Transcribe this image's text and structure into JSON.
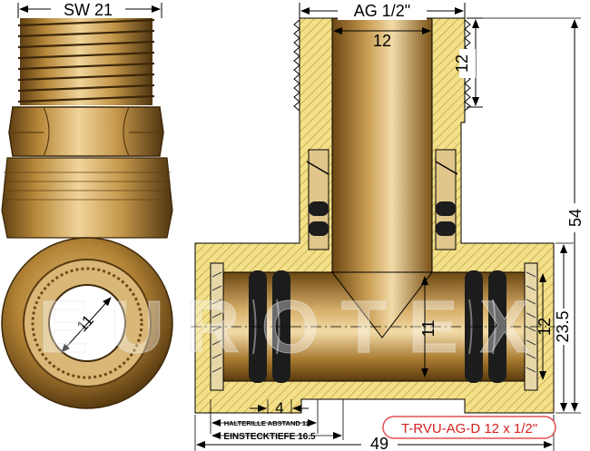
{
  "watermark": "EUROTEX",
  "left_view": {
    "wrench_size": "SW 21",
    "bore": "11"
  },
  "right_view": {
    "thread": "AG 1/2\"",
    "top_bore": "12",
    "thread_length": "12",
    "height": "54",
    "total_width": "49",
    "inner_bore": "11",
    "outlet_bore": "12",
    "outlet_diameter": "23.5",
    "ring_width": "4",
    "ring_distance": "HALTERILLE ABSTAND 12",
    "insertion_depth": "EINSTECKTIEFE 16.5"
  },
  "product_code": "T-RVU-AG-D 12 x 1/2\"",
  "colors": {
    "brass": "#b98a3c",
    "brass_dark": "#6e4a17",
    "brass_light": "#e4c182",
    "section_fill": "#f3e08a",
    "hatch": "#c8a740",
    "oring": "#1c1c1c",
    "code_text": "#d42020",
    "code_border": "#e05050"
  }
}
